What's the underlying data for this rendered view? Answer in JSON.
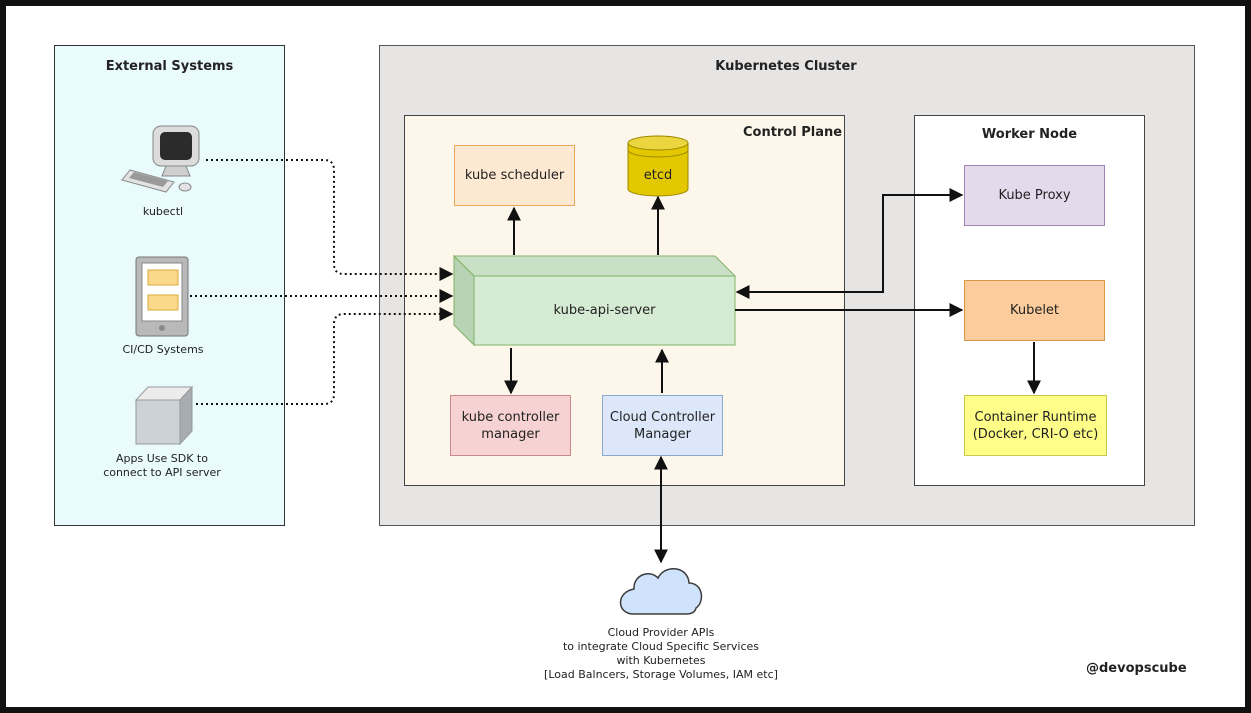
{
  "external": {
    "title": "External Systems",
    "kubectl_label": "kubectl",
    "cicd_label": "CI/CD Systems",
    "sdk_label": "Apps Use SDK to\nconnect to API server"
  },
  "cluster": {
    "title": "Kubernetes Cluster",
    "control_plane": {
      "title": "Control Plane",
      "scheduler": "kube scheduler",
      "etcd": "etcd",
      "api_server": "kube-api-server",
      "controller_manager": "kube controller\nmanager",
      "cloud_controller_manager": "Cloud Controller\nManager"
    },
    "worker_node": {
      "title": "Worker Node",
      "kube_proxy": "Kube Proxy",
      "kubelet": "Kubelet",
      "container_runtime": "Container Runtime\n(Docker, CRI-O etc)"
    }
  },
  "cloud": {
    "caption": "Cloud Provider APIs\nto integrate Cloud Specific Services\nwith Kubernetes\n[Load Balncers, Storage Volumes, IAM etc]"
  },
  "watermark": "@devopscube",
  "colors": {
    "external_bg": "#e9fbfd",
    "cluster_bg": "#e7e4e4",
    "control_plane_bg": "#fcf7ea",
    "scheduler": "#fde8d2",
    "etcd": "#e3c800",
    "api_server": "#d6ebd4",
    "controller_manager": "#f6d2d2",
    "cloud_controller": "#dce8fa",
    "kube_proxy": "#e5d9ec",
    "kubelet": "#fdcc9c",
    "container_runtime": "#fdfd88",
    "cloud": "#cfe4fc"
  }
}
